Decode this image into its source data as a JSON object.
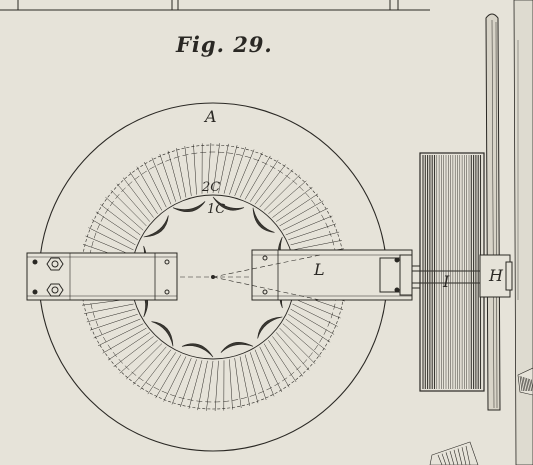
{
  "figure": {
    "title": "Fig. 29.",
    "labels": {
      "A": "A",
      "C_upper": "2C",
      "C_lower": "1C",
      "L": "L",
      "I": "I",
      "H": "H"
    }
  },
  "colors": {
    "paper": "#e6e3d9",
    "ink": "#2a2824",
    "shade": "#3a3832"
  }
}
